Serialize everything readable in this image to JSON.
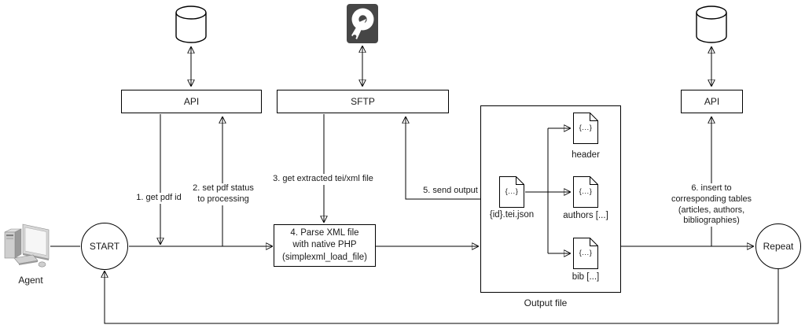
{
  "nodes": {
    "agent": {
      "label": "Agent"
    },
    "start": {
      "label": "START"
    },
    "api_left": {
      "label": "API"
    },
    "sftp": {
      "label": "SFTP"
    },
    "parse": {
      "label": "4. Parse XML file\nwith native PHP\n(simplexml_load_file)"
    },
    "api_right": {
      "label": "API"
    },
    "repeat": {
      "label": "Repeat"
    },
    "output": {
      "title": "Output file",
      "source": {
        "glyph": "{...}",
        "label": "{id}.tei.json"
      },
      "files": [
        {
          "glyph": "{...}",
          "label": "header"
        },
        {
          "glyph": "{...}",
          "label": "authors [...]"
        },
        {
          "glyph": "{...}",
          "label": "bib [...]"
        }
      ]
    }
  },
  "edges": {
    "step1": "1. get pdf id",
    "step2": "2. set pdf status\nto processing",
    "step3": "3. get extracted tei/xml file",
    "step5": "5. send output",
    "step6": "6. insert to corresponding tables\n(articles, authors, bibliographies)"
  },
  "icons": {
    "agent": "desktop-computer-icon",
    "database_left": "database-cylinder-icon",
    "storage": "hard-disk-icon",
    "database_right": "database-cylinder-icon",
    "file": "json-file-icon"
  },
  "colors": {
    "stroke": "#000000",
    "background": "#ffffff",
    "hdd_icon": "#464646"
  }
}
